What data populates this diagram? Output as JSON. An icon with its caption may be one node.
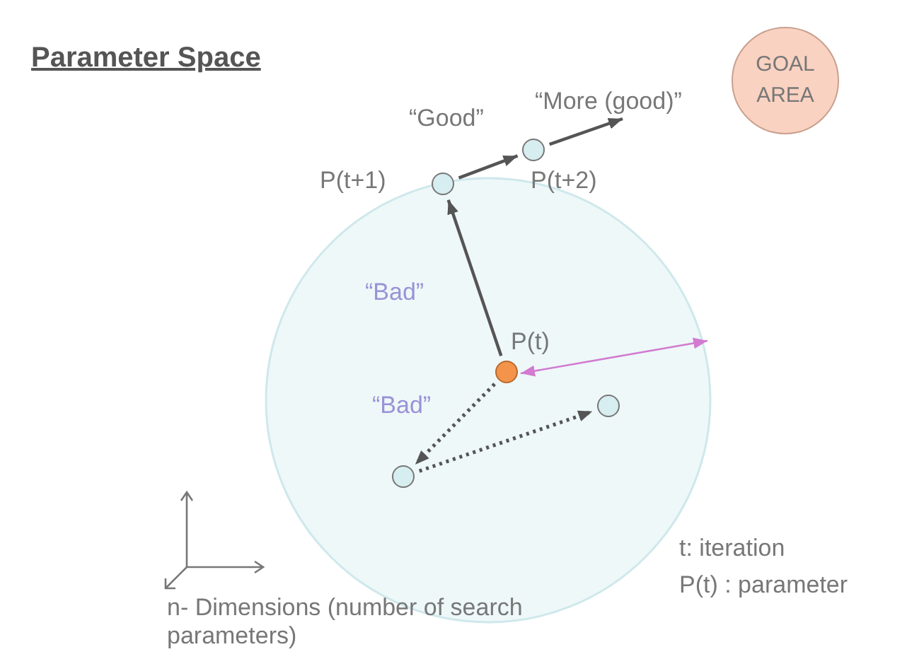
{
  "diagram": {
    "title": "Parameter Space",
    "nodes": [
      {
        "text": [
          "GOAL AREA"
        ]
      },
      {
        "text": [],
        "shape": "circle",
        "beside": [
          "P(t+2)"
        ]
      },
      {
        "text": [],
        "shape": "circle",
        "beside": [
          "P(t+1)"
        ]
      },
      {
        "text": [],
        "shape": "circle",
        "beside": [
          "P(t)"
        ]
      },
      {
        "text": [],
        "shape": "circle"
      },
      {
        "text": [],
        "shape": "circle"
      }
    ],
    "edges": [
      {
        "from": 3,
        "to": 2,
        "arrow": "to",
        "label": "“Bad”"
      },
      {
        "from": 2,
        "to": 1,
        "arrow": "to",
        "label": "“Good”"
      },
      {
        "from": 1,
        "to": null,
        "arrow": "to",
        "label": "“More (good)”"
      },
      {
        "from": 3,
        "to": 5,
        "arrow": "to",
        "style": "dashed",
        "label": "“Bad”"
      },
      {
        "from": 5,
        "to": 4,
        "arrow": "to",
        "style": "dashed"
      }
    ],
    "labels": [
      "n- Dimensions (number of search parameters)",
      "t: iteration",
      "P(t) : parameter"
    ]
  }
}
